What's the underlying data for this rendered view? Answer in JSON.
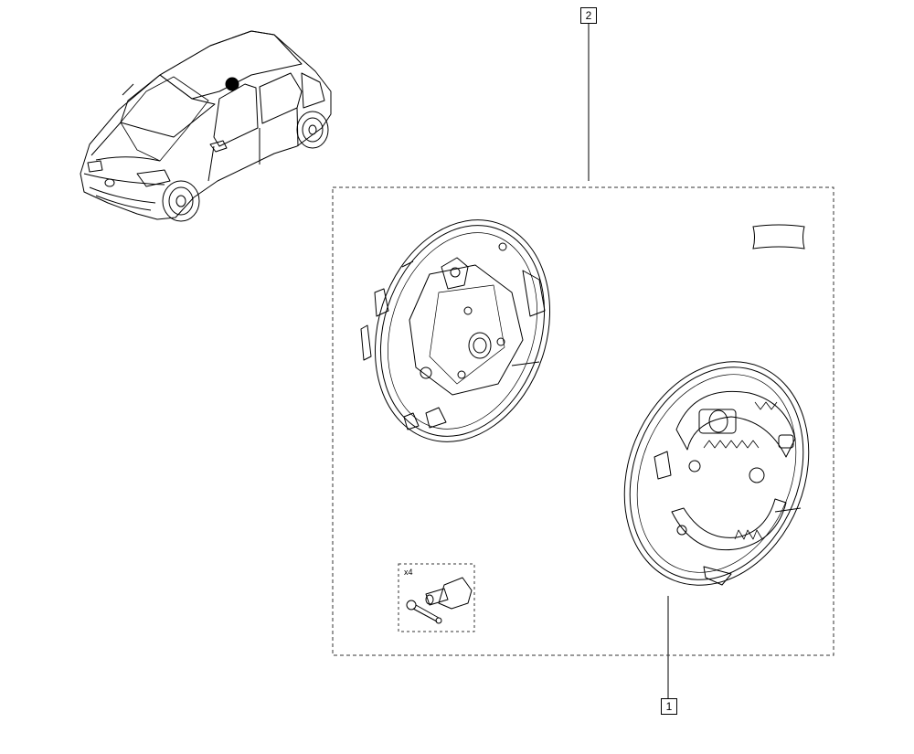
{
  "callouts": [
    {
      "id": "1",
      "label": "1"
    },
    {
      "id": "2",
      "label": "2"
    }
  ],
  "fastener_kit": {
    "quantity_label": "x4"
  },
  "colors": {
    "line": "#000000",
    "background": "#ffffff",
    "dash": "#333333"
  },
  "icons": [
    "car-icon",
    "brake-backing-plate-icon",
    "brake-assembly-icon",
    "label-tag-icon",
    "bolt-clip-icon"
  ]
}
